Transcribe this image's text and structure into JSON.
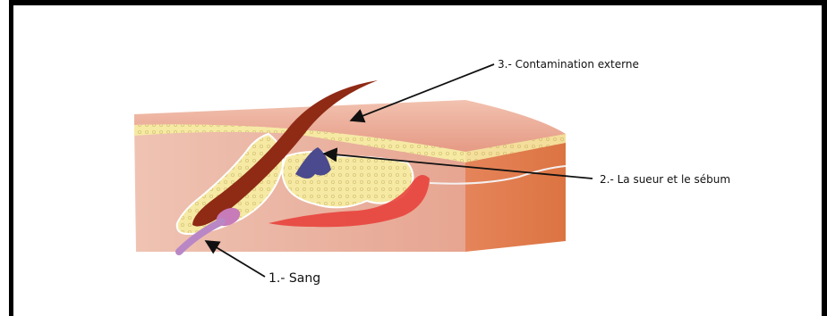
{
  "labels": {
    "contamination": "3.- Contamination externe",
    "sweat": "2.- La sueur et le sébum",
    "blood": "1.- Sang"
  },
  "colors": {
    "frame": "#000000",
    "skin_top": "#e9a38f",
    "skin_front": "#e4a08c",
    "skin_side": "#e17f52",
    "fat": "#f6e9a4",
    "hair": "#8f2a15",
    "blood_vessel": "#e8423c",
    "blood_in_follicle": "#c77bb8",
    "sweat_gland": "#4b4a8e",
    "arrow": "#111111"
  }
}
